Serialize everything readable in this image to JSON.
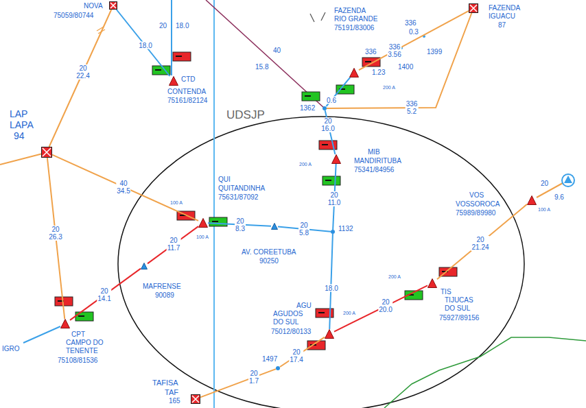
{
  "diagram": {
    "nodes": [
      {
        "text": [
          "NOVA",
          "75059/80744"
        ]
      },
      {
        "text": [
          "CTD",
          "CONTENDA",
          "75161/82124"
        ]
      },
      {
        "text": [
          "FAZENDA RIO GRANDE",
          "75191/83006"
        ]
      },
      {
        "text": [
          "FAZENDA IGUACU",
          "87"
        ]
      },
      {
        "text": [
          "LAP",
          "LAPA",
          "94"
        ]
      },
      {
        "text": [
          "1362"
        ]
      },
      {
        "text": [
          "MIB",
          "MANDIRITUBA",
          "75341/84956"
        ]
      },
      {
        "text": [
          "QUI",
          "QUITANDINHA",
          "75631/87092"
        ]
      },
      {
        "text": [
          "AV. COREETUBA",
          "90250"
        ]
      },
      {
        "text": [
          "1132"
        ]
      },
      {
        "text": [
          "VOS",
          "VOSSOROCA",
          "75989/89980"
        ]
      },
      {
        "text": [
          "MAFRENSE",
          "90089"
        ]
      },
      {
        "text": [
          "TIS",
          "TIJUCAS DO SUL",
          "75927/89156"
        ]
      },
      {
        "text": [
          "AGU",
          "AGUDOS DO SUL",
          "75012/80133"
        ]
      },
      {
        "text": [
          "CPT",
          "CAMPO DO TENENTE",
          "75108/81536"
        ]
      },
      {
        "text": [
          "TAFISA",
          "TAF",
          "165"
        ]
      },
      {
        "text": [
          "1497"
        ]
      }
    ],
    "edges": [
      {
        "from": 0,
        "to": 4,
        "arrow": "none",
        "label": "20 22.4"
      },
      {
        "from": 0,
        "to": 1,
        "arrow": "none",
        "label": "18.0"
      },
      {
        "from": 2,
        "to": 3,
        "arrow": "none",
        "label": "336 3.56"
      },
      {
        "from": 5,
        "to": 2,
        "arrow": "none",
        "label": "0.6"
      },
      {
        "from": 5,
        "to": 3,
        "arrow": "none",
        "label": "336 5.2"
      },
      {
        "from": 4,
        "to": 7,
        "arrow": "none",
        "label": "40 34.5"
      },
      {
        "from": 4,
        "to": 14,
        "arrow": "none",
        "label": "20 26.3"
      },
      {
        "from": 6,
        "to": 5,
        "arrow": "none",
        "label": "20 16.0"
      },
      {
        "from": 9,
        "to": 6,
        "arrow": "none",
        "label": "20 11.0"
      },
      {
        "from": 7,
        "to": 8,
        "arrow": "none",
        "label": "20 8.3"
      },
      {
        "from": 8,
        "to": 9,
        "arrow": "none",
        "label": "20 5.8"
      },
      {
        "from": 9,
        "to": 13,
        "arrow": "none",
        "label": "18.0"
      },
      {
        "from": 14,
        "to": 11,
        "arrow": "none",
        "label": "20 14.1"
      },
      {
        "from": 11,
        "to": 7,
        "arrow": "none",
        "label": "20 11.7"
      },
      {
        "from": 13,
        "to": 12,
        "arrow": "none",
        "label": "20 20.0"
      },
      {
        "from": 12,
        "to": 10,
        "arrow": "none",
        "label": "20 21.24"
      },
      {
        "from": 13,
        "to": 16,
        "arrow": "none",
        "label": "20 17.4"
      },
      {
        "from": 16,
        "to": 15,
        "arrow": "none",
        "label": "20 1.7"
      }
    ],
    "labels": [
      "UDSJP",
      "20",
      "18.0",
      "40",
      "15.8",
      "336",
      "1.23",
      "1400",
      "336",
      "0.3",
      "1399",
      "200 A",
      "200 A",
      "100 A",
      "100 A",
      "200 A",
      "200 A",
      "100 A",
      "20",
      "9.6",
      "IGRO"
    ]
  }
}
